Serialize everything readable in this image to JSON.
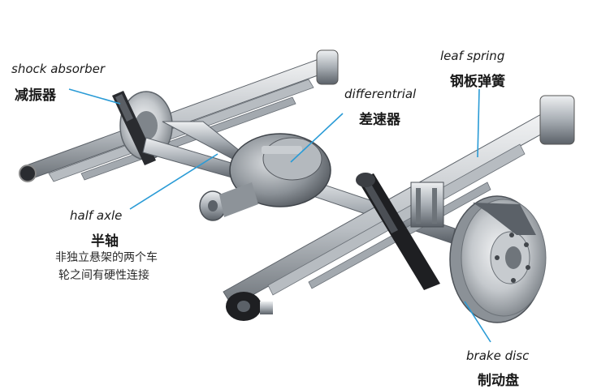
{
  "labels": {
    "shock_absorber": {
      "en": "shock absorber",
      "zh": "减振器"
    },
    "differential": {
      "en": "differentrial",
      "zh": "差速器"
    },
    "leaf_spring": {
      "en": "leaf spring",
      "zh": "钢板弹簧"
    },
    "half_axle": {
      "en": "half axle",
      "zh": "半轴",
      "note_line1": "非独立悬架的两个车",
      "note_line2": "轮之间有硬性连接"
    },
    "brake_disc": {
      "en": "brake disc",
      "zh": "制动盘"
    }
  },
  "colors": {
    "leader_line": "#2a9bd6",
    "metal_light": "#d4d7da",
    "metal_mid": "#9aa0a6",
    "metal_dark": "#4a4f55",
    "rubber": "#1e1f22"
  }
}
